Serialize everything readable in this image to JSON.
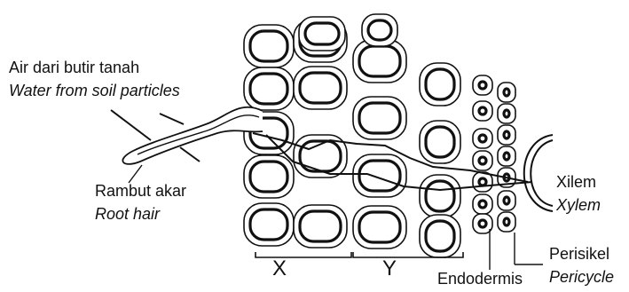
{
  "labels": {
    "water_ms": "Air dari butir tanah",
    "water_en": "Water from soil particles",
    "roothair_ms": "Rambut akar",
    "roothair_en": "Root hair",
    "xylem_ms": "Xilem",
    "xylem_en": "Xylem",
    "pericycle_ms": "Perisikel",
    "pericycle_en": "Pericycle",
    "endodermis": "Endodermis",
    "region_x": "X",
    "region_y": "Y"
  }
}
